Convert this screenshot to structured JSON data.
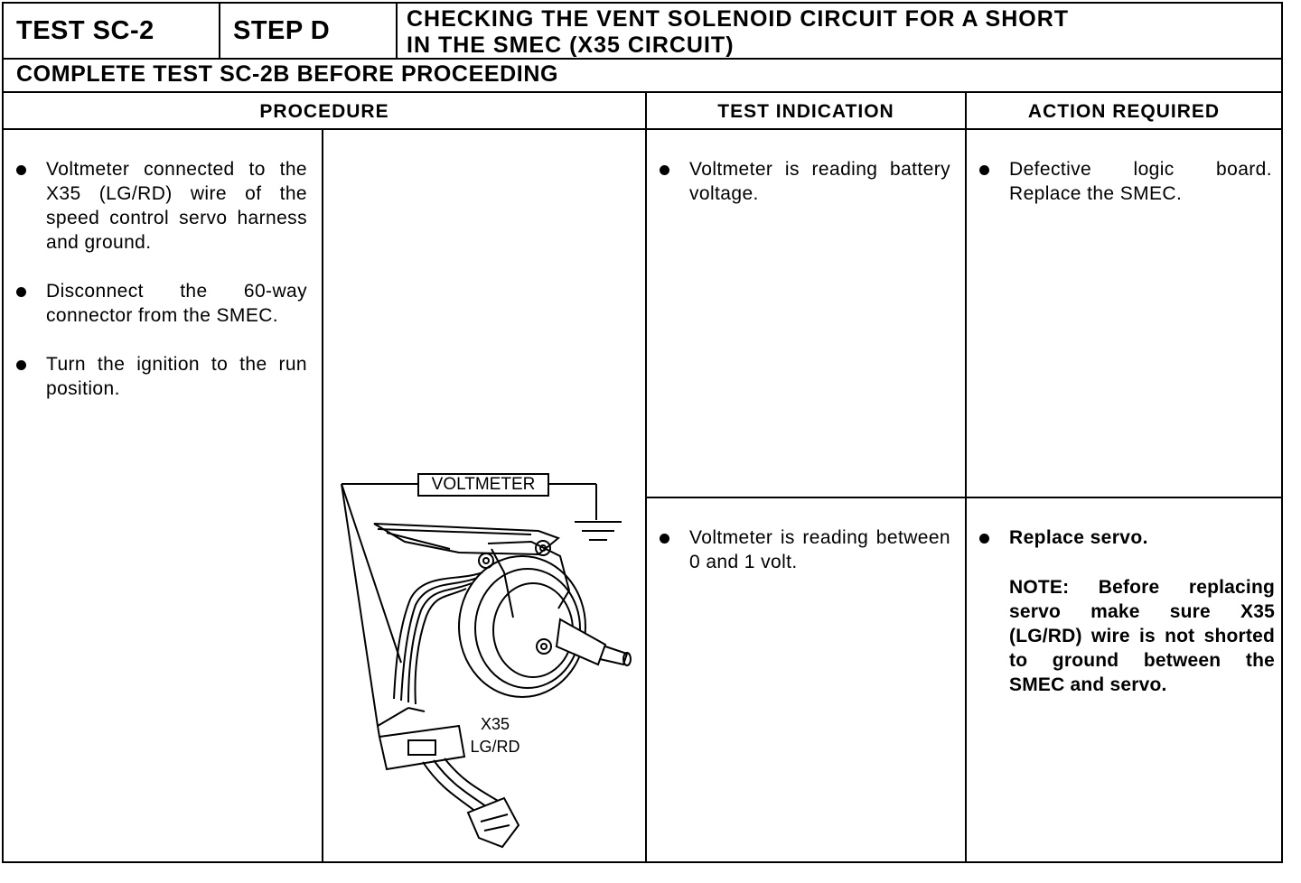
{
  "header": {
    "test_label": "TEST SC-2",
    "step_label": "STEP D",
    "title_line1": "CHECKING THE VENT SOLENOID CIRCUIT FOR A SHORT",
    "title_line2": "IN THE SMEC (X35 CIRCUIT)",
    "complete_notice": "COMPLETE TEST SC-2B BEFORE PROCEEDING"
  },
  "columns": {
    "procedure": "PROCEDURE",
    "test_indication": "TEST INDICATION",
    "action_required": "ACTION REQUIRED"
  },
  "procedure_steps": [
    "Voltmeter connected to the X35 (LG/RD) wire of the speed control servo harness and ground.",
    "Disconnect the 60-way connector from the SMEC.",
    "Turn the ignition to the run position."
  ],
  "figure": {
    "voltmeter_label": "VOLTMETER",
    "wire_label_line1": "X35",
    "wire_label_line2": "LG/RD",
    "icon": "speed-control-servo-illustration"
  },
  "rows": [
    {
      "indication": "Voltmeter is reading battery voltage.",
      "action": "Defective logic board. Replace the SMEC."
    },
    {
      "indication": "Voltmeter is reading between 0 and 1 volt.",
      "action": "Replace servo.",
      "note_label": "NOTE:",
      "note_text": " Before replacing servo make sure X35 (LG/RD) wire is not shorted to ground between the SMEC and servo."
    }
  ]
}
